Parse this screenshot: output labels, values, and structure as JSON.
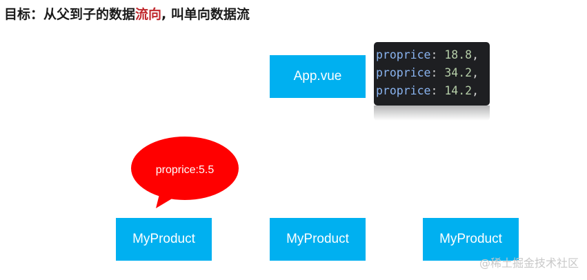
{
  "title": {
    "prefix": "目标：从父到子的数据",
    "highlight": "流向",
    "suffix": ", 叫单向数据流"
  },
  "parent": {
    "label": "App.vue"
  },
  "code_lines": [
    {
      "key": "proprice",
      "sep": ": ",
      "value": "18.8",
      "end": ","
    },
    {
      "key": "proprice",
      "sep": ": ",
      "value": "34.2",
      "end": ","
    },
    {
      "key": "proprice",
      "sep": ": ",
      "value": "14.2",
      "end": ","
    }
  ],
  "children": [
    {
      "label": "MyProduct"
    },
    {
      "label": "MyProduct"
    },
    {
      "label": "MyProduct"
    }
  ],
  "bubble": {
    "text": "proprice:5.5",
    "color": "#ff0000"
  },
  "colors": {
    "box": "#00b0f0",
    "title_highlight": "#c0282d",
    "code_bg": "#1e1f22"
  },
  "watermark": "@稀土掘金技术社区"
}
